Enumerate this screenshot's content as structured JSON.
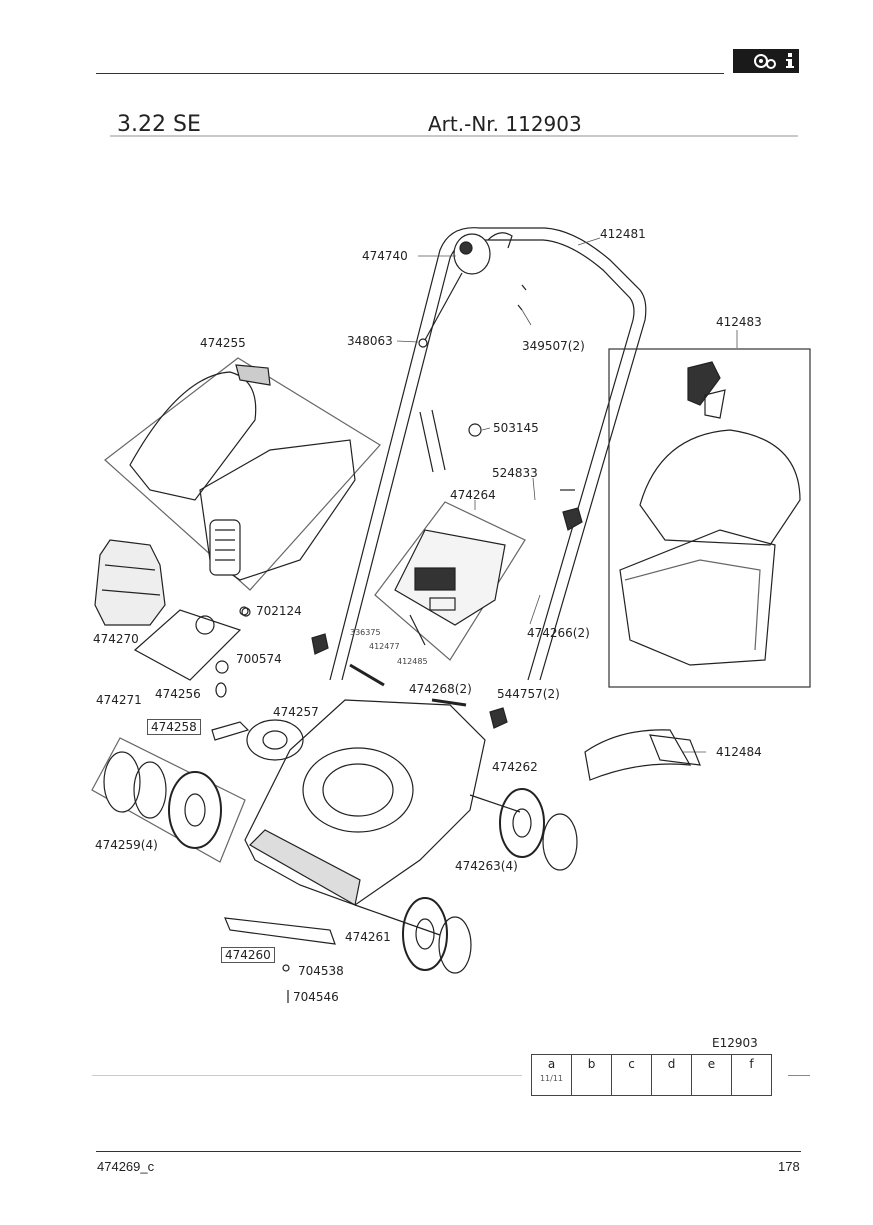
{
  "header": {
    "badge_icons": [
      "gears-icon",
      "info-icon"
    ]
  },
  "title": {
    "model": "3.22 SE",
    "article": "Art.-Nr. 112903"
  },
  "parts": {
    "p412481": "412481",
    "p474740": "474740",
    "p412483": "412483",
    "p348063": "348063",
    "p349507": "349507(2)",
    "p474255": "474255",
    "p503145": "503145",
    "p524833": "524833",
    "p474264": "474264",
    "p702124": "702124",
    "p474270": "474270",
    "p336375": "336375",
    "p412477": "412477",
    "p412485": "412485",
    "p474266": "474266(2)",
    "p700574": "700574",
    "p474271": "474271",
    "p474256": "474256",
    "p474268": "474268(2)",
    "p544757": "544757(2)",
    "p474258": "474258",
    "p474257": "474257",
    "p412484": "412484",
    "p474262": "474262",
    "p474259": "474259(4)",
    "p474263": "474263(4)",
    "p474261": "474261",
    "p474260": "474260",
    "p704538": "704538",
    "p704546": "704546"
  },
  "revision": {
    "code": "E12903",
    "columns": [
      "a",
      "b",
      "c",
      "d",
      "e",
      "f"
    ],
    "a_date": "11/11"
  },
  "footer": {
    "doc_code": "474269_c",
    "page": "178"
  }
}
